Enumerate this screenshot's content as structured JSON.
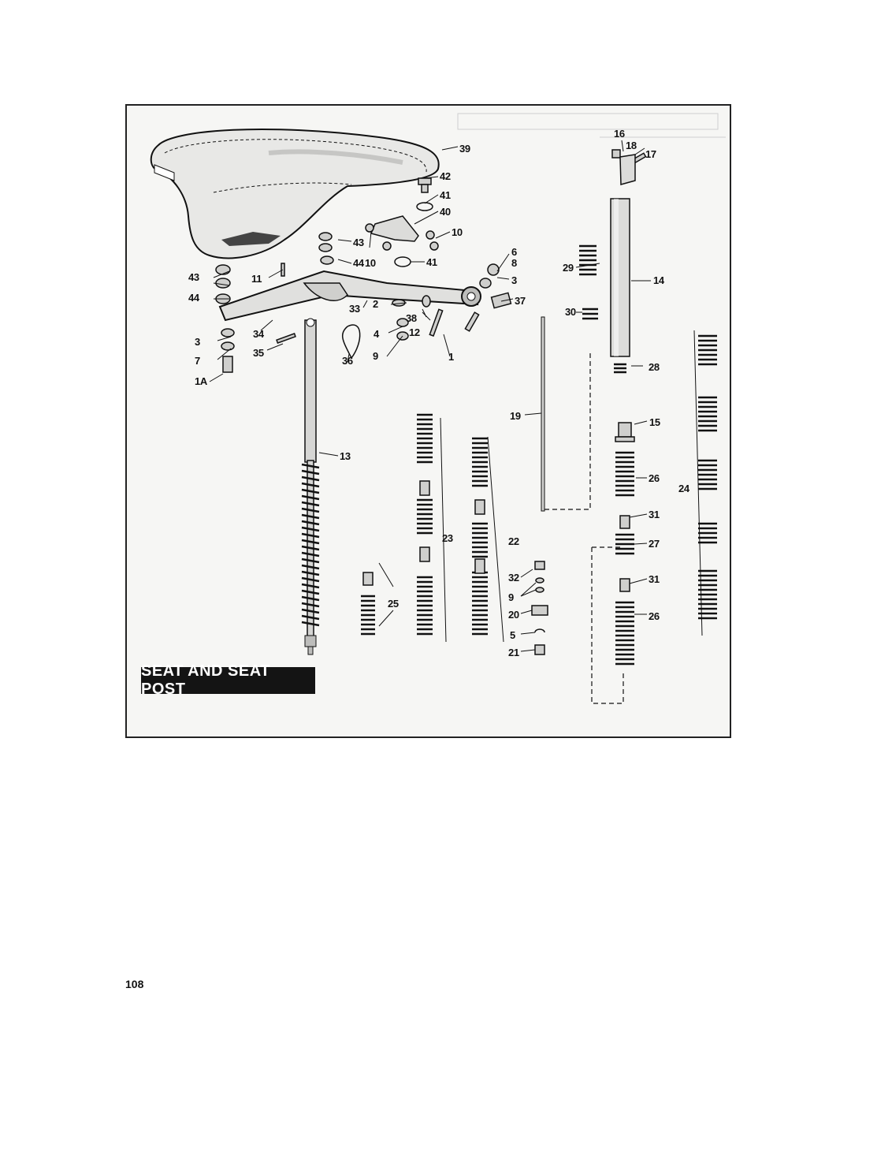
{
  "diagram": {
    "title": "SEAT AND SEAT POST",
    "page_number": "108",
    "callouts": {
      "c16": "16",
      "c18": "18",
      "c17": "17",
      "c39": "39",
      "c42": "42",
      "c41a": "41",
      "c40": "40",
      "c10a": "10",
      "c10b": "10",
      "c43a": "43",
      "c43b": "43",
      "c44a": "44",
      "c44b": "44",
      "c11": "11",
      "c41b": "41",
      "c6": "6",
      "c8": "8",
      "c3a": "3",
      "c29": "29",
      "c14": "14",
      "c33": "33",
      "c2": "2",
      "c38": "38",
      "c37": "37",
      "c30": "30",
      "c12": "12",
      "c34": "34",
      "c3b": "3",
      "c7": "7",
      "c35": "35",
      "c36": "36",
      "c4": "4",
      "c9a": "9",
      "c1": "1",
      "c1A": "1A",
      "c28": "28",
      "c19": "19",
      "c15": "15",
      "c13": "13",
      "c26a": "26",
      "c24": "24",
      "c31a": "31",
      "c23": "23",
      "c22": "22",
      "c27": "27",
      "c32": "32",
      "c9b": "9",
      "c31b": "31",
      "c25": "25",
      "c20": "20",
      "c26b": "26",
      "c5": "5",
      "c21": "21"
    }
  },
  "colors": {
    "ink": "#111111",
    "label_bg": "#141414",
    "label_text": "#ffffff"
  }
}
